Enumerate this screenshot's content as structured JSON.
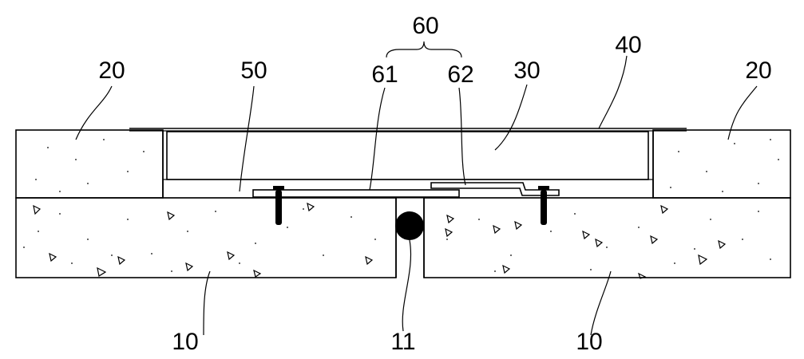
{
  "figure": {
    "labels": {
      "base_left": "10",
      "base_right": "10",
      "backer_rod": "11",
      "slab_left": "20",
      "slab_right": "20",
      "filler": "30",
      "cover": "40",
      "bedding": "50",
      "connector": "60",
      "plate_left": "61",
      "plate_right": "62"
    },
    "colors": {
      "line": "#000000",
      "background": "#ffffff",
      "rod": "#000000"
    }
  }
}
